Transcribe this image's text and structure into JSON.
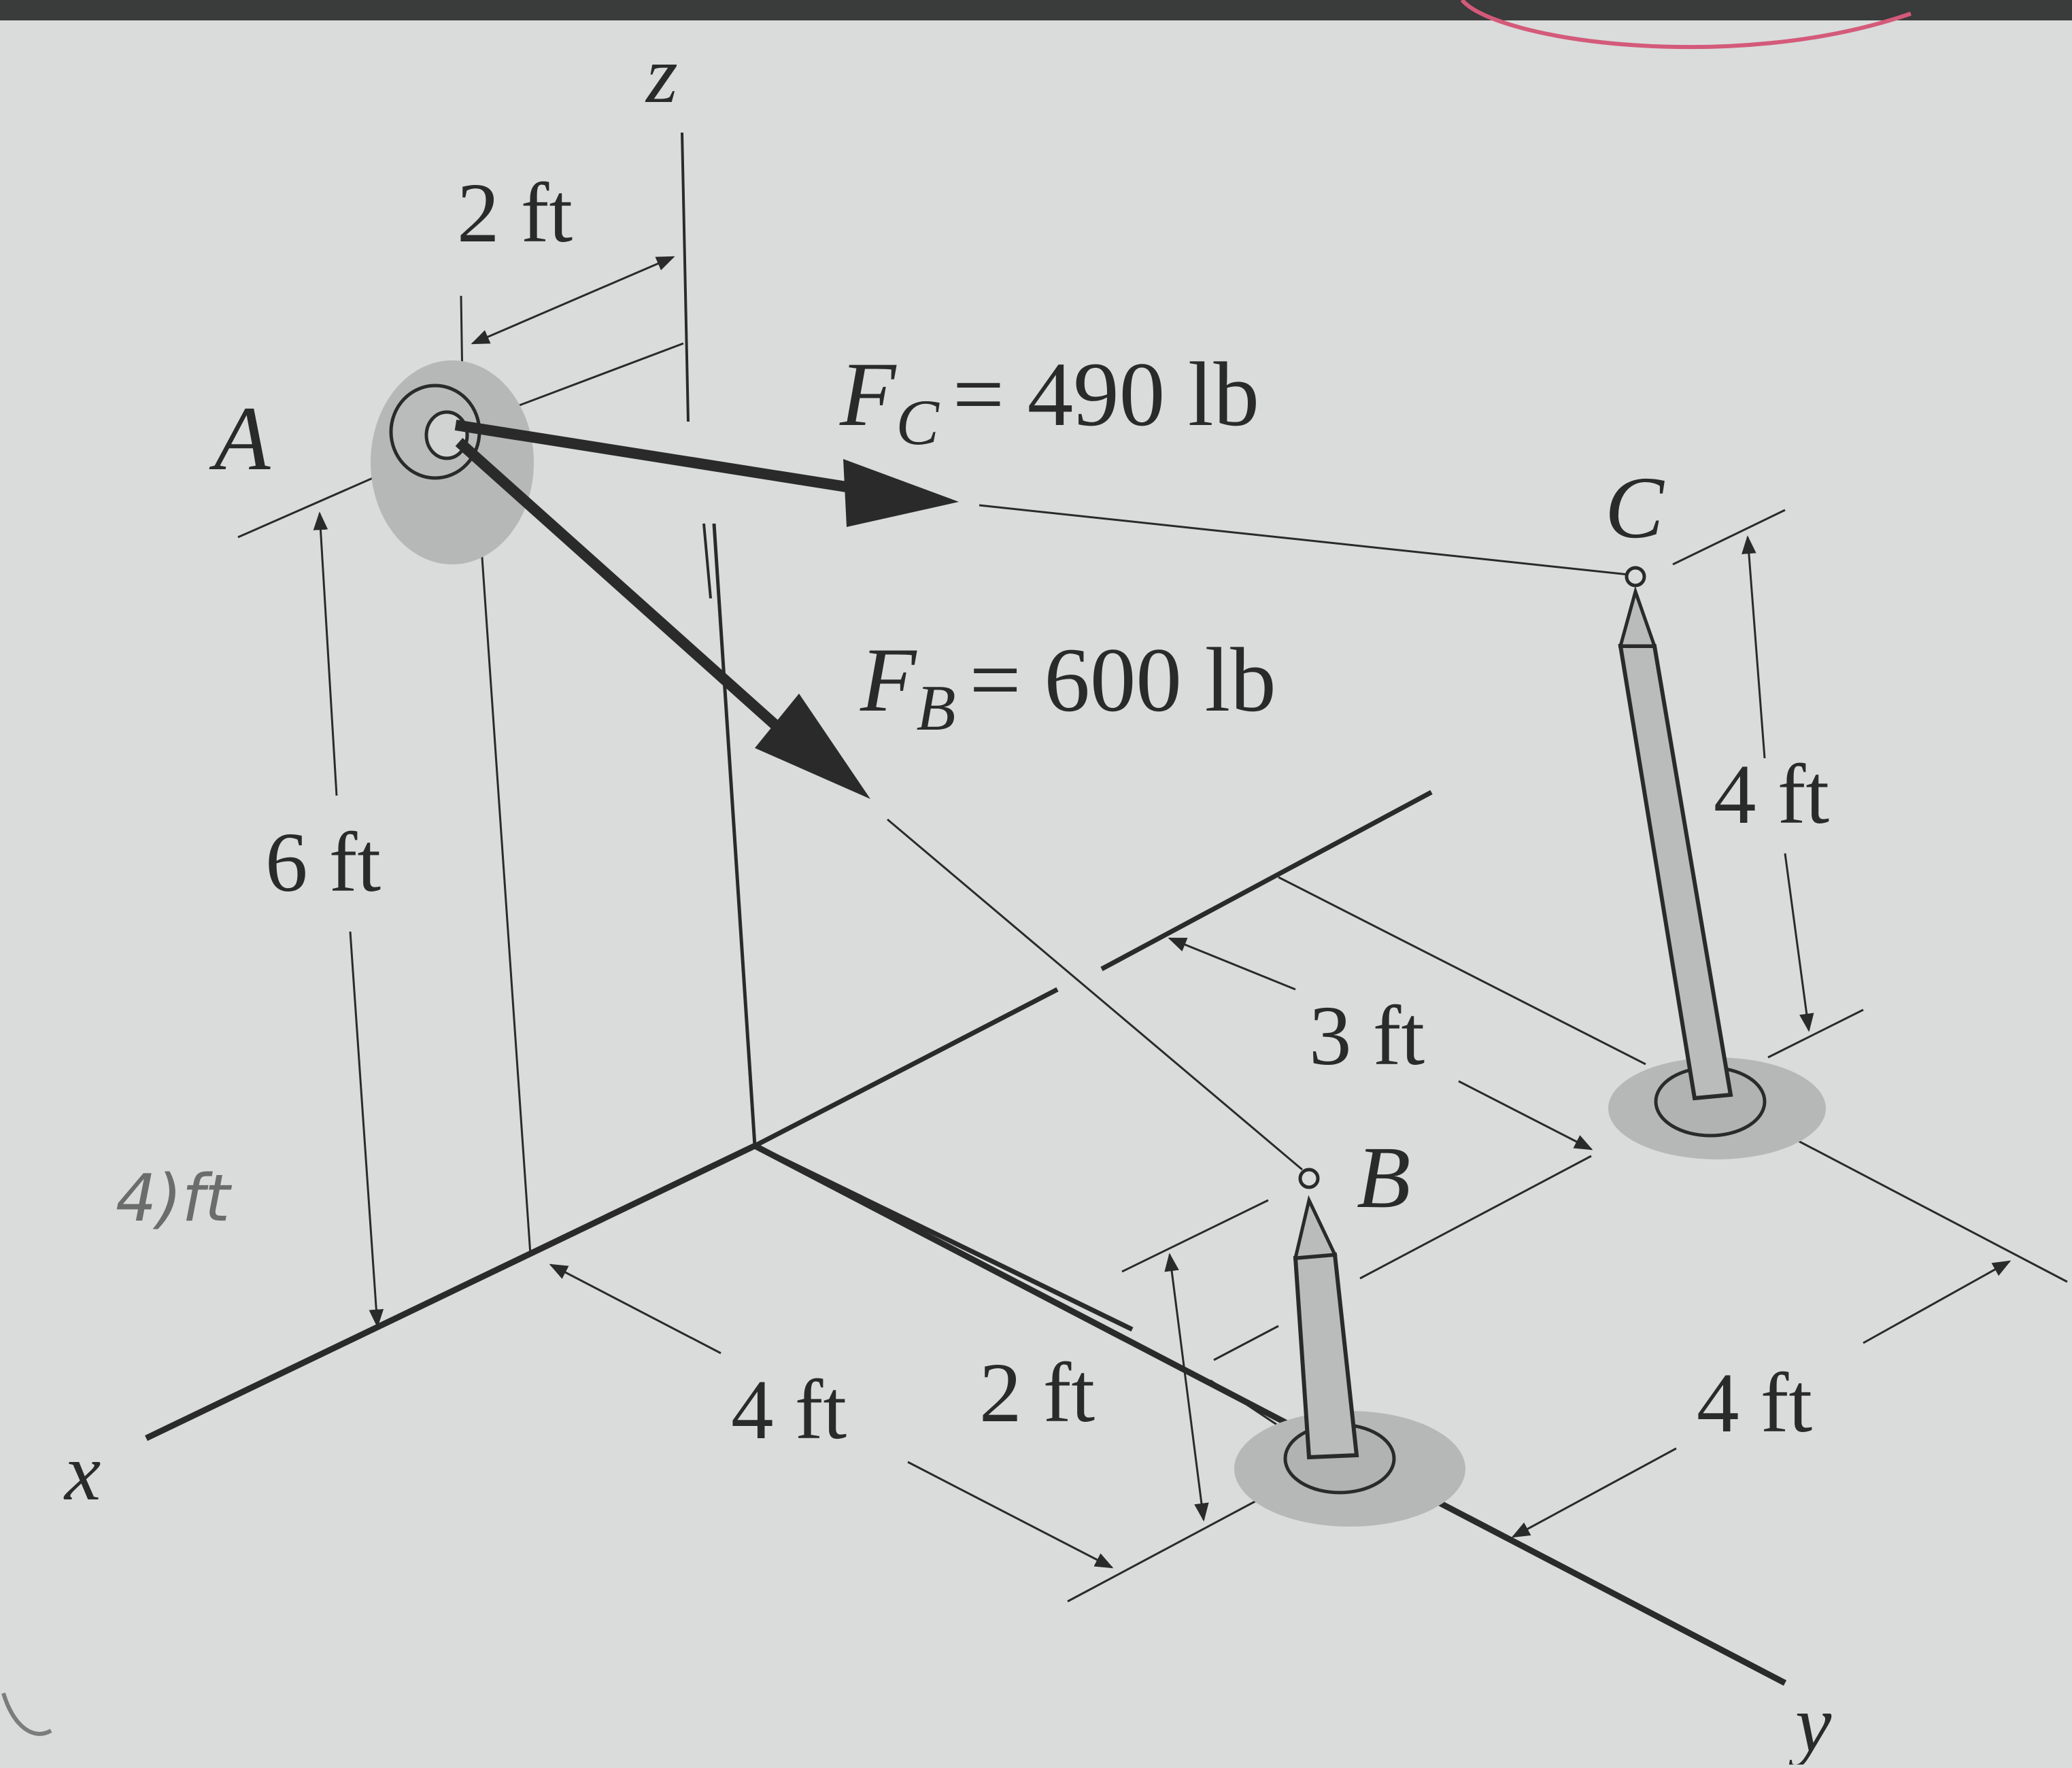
{
  "colors": {
    "paper": "#d9dcdb",
    "ink": "#2a2a2a",
    "handwriting_pink": "#d45a7a",
    "post_fill": "#b9bcbb"
  },
  "axes": {
    "x_label": "x",
    "y_label": "y",
    "z_label": "z"
  },
  "points": {
    "A": "A",
    "B": "B",
    "C": "C"
  },
  "forces": {
    "fc": {
      "symbol": "F",
      "subscript": "C",
      "value_text": "= 490 lb"
    },
    "fb": {
      "symbol": "F",
      "subscript": "B",
      "value_text": "= 600 lb"
    }
  },
  "dimensions": {
    "a_offset": "2 ft",
    "a_height": "6 ft",
    "c_height": "4 ft",
    "bc_spacing": "3 ft",
    "x_offset": "4 ft",
    "b_height": "2 ft",
    "y_offset": "4 ft"
  },
  "handwritten_note": "4)ft"
}
